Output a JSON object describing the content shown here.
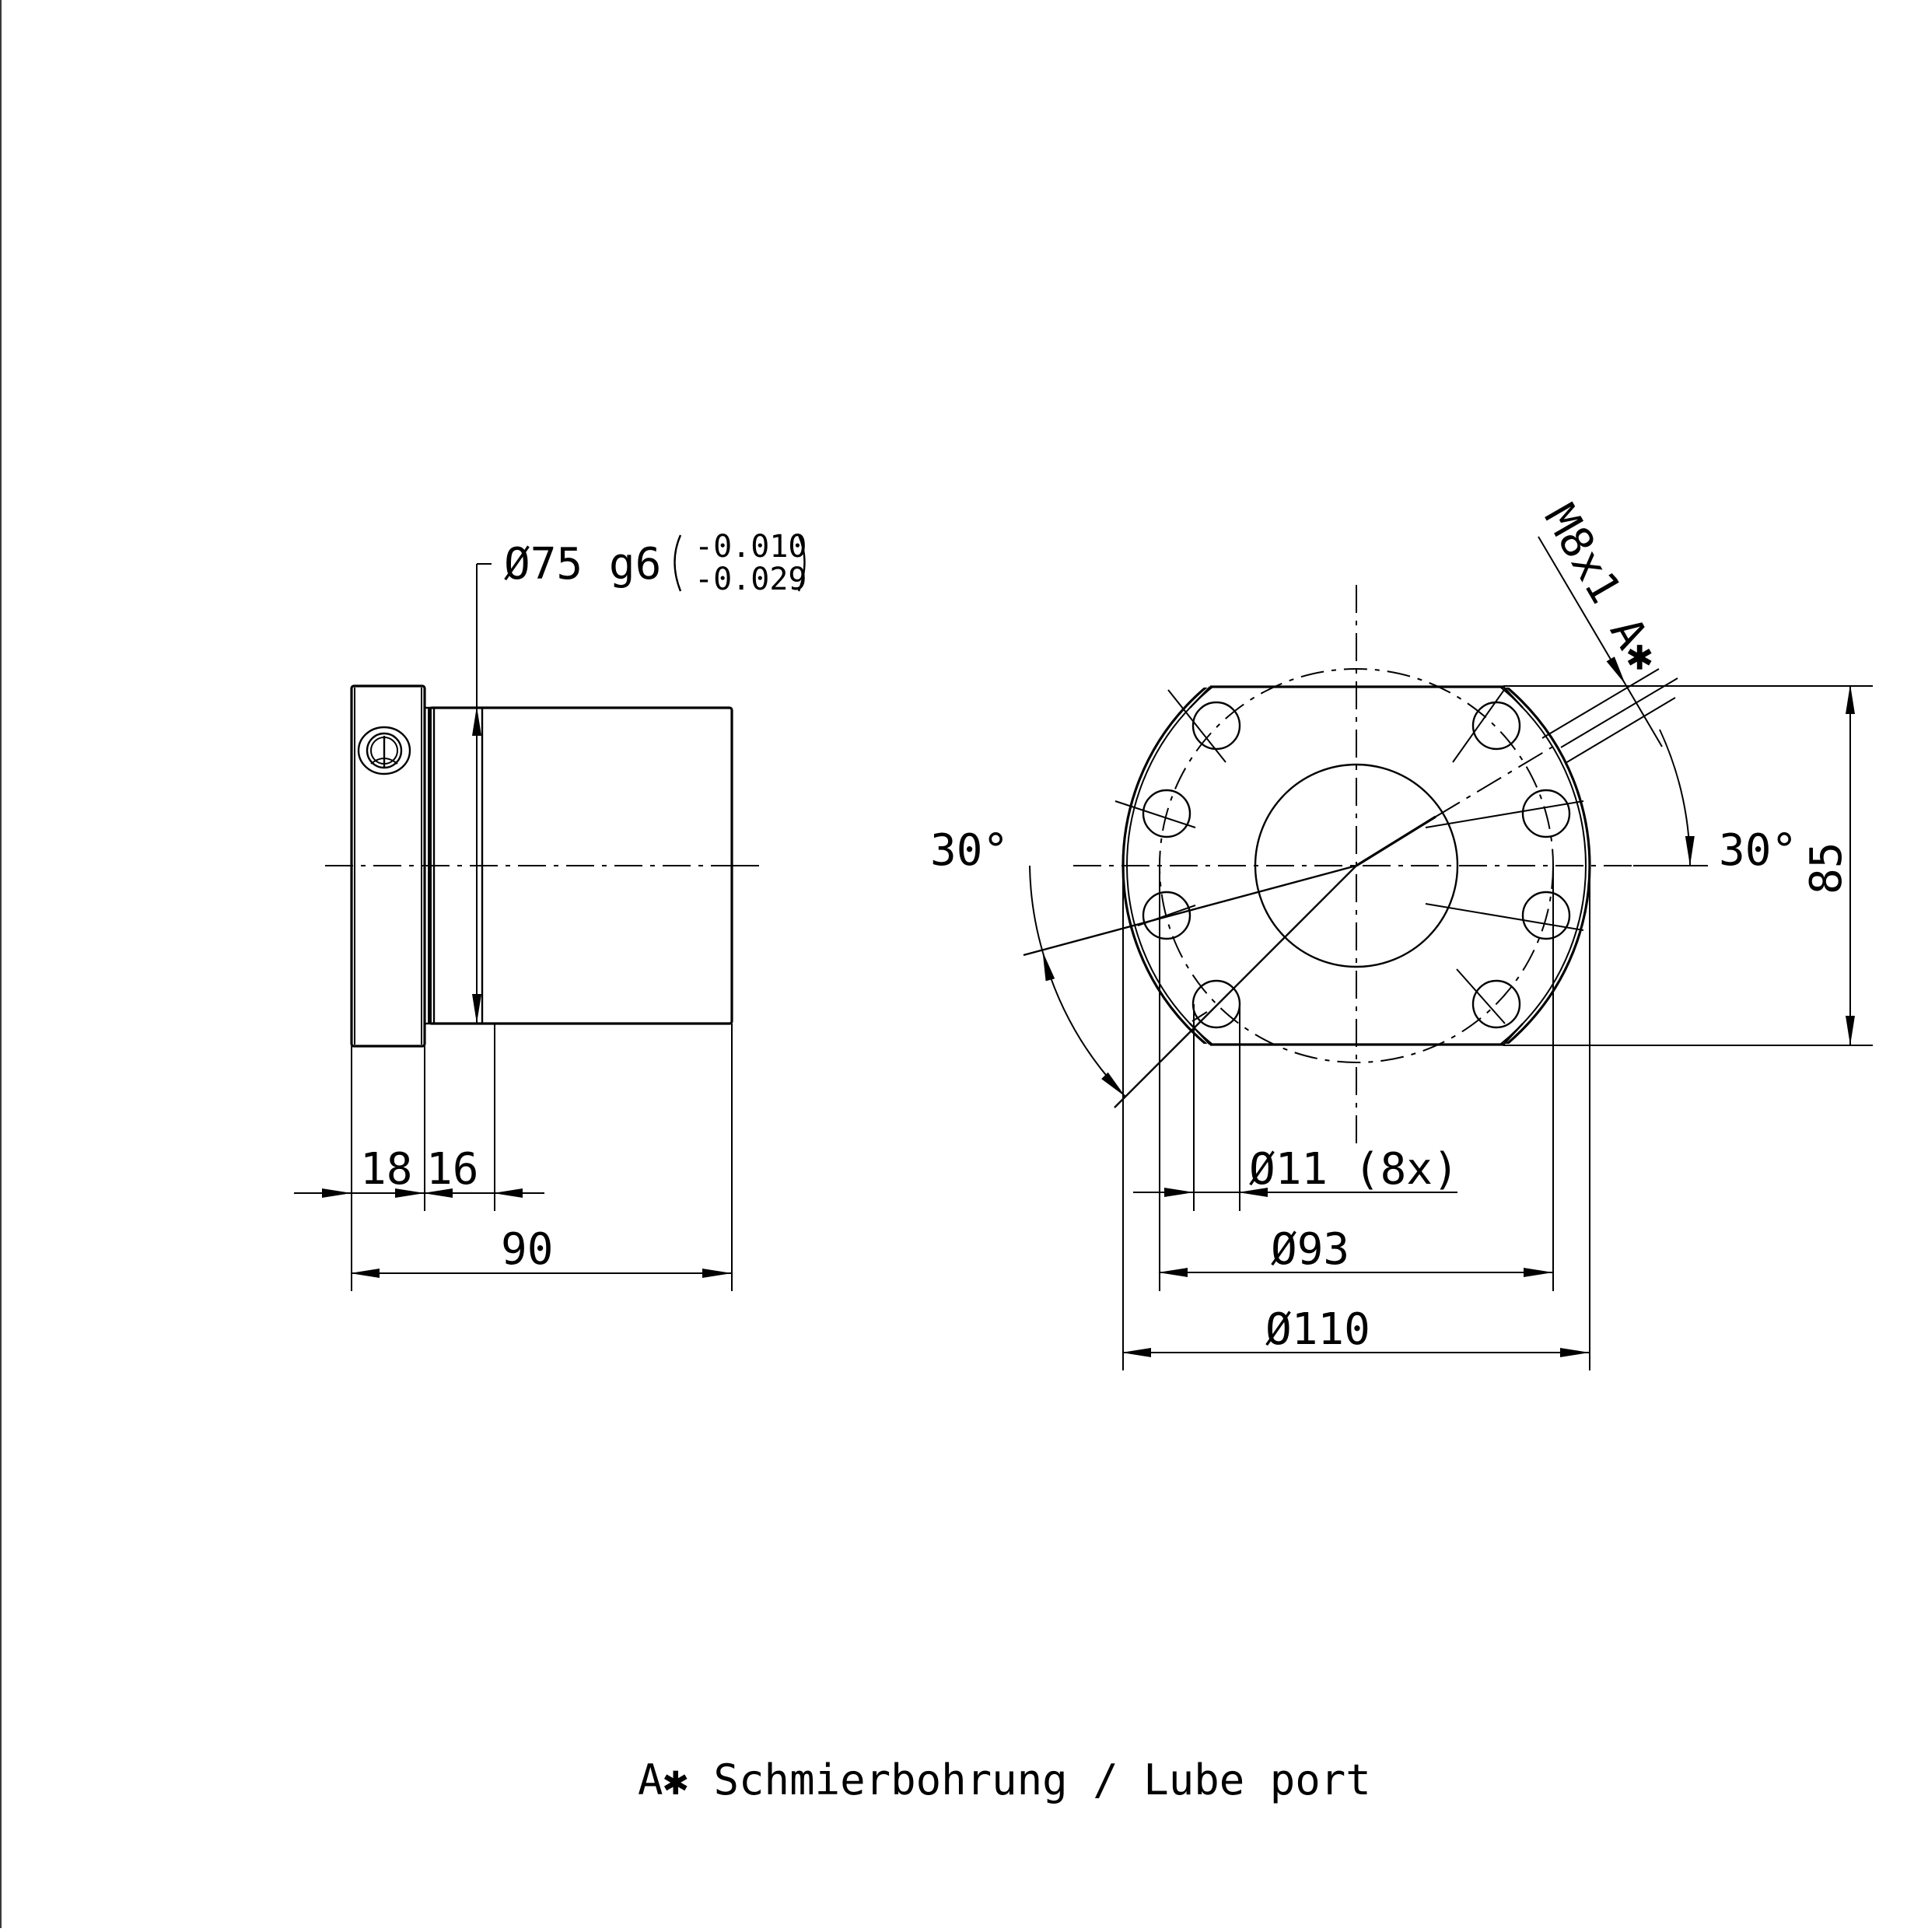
{
  "drawing": {
    "left_view": {
      "diameter_label": "Ø75 g6",
      "tolerance_upper": "-0.010",
      "tolerance_lower": "-0.029",
      "dim_flange_width": "18",
      "dim_shoulder": "16",
      "dim_overall_length": "90"
    },
    "front_view": {
      "lube_port_label": "M8x1 A✱",
      "angle_left": "30°",
      "angle_right": "30°",
      "height_across_flats": "85",
      "hole_label": "Ø11 (8x)",
      "pcd_label": "Ø93",
      "outer_diameter_label": "Ø110"
    },
    "footnote": "A✱ Schmierbohrung / Lube port"
  }
}
